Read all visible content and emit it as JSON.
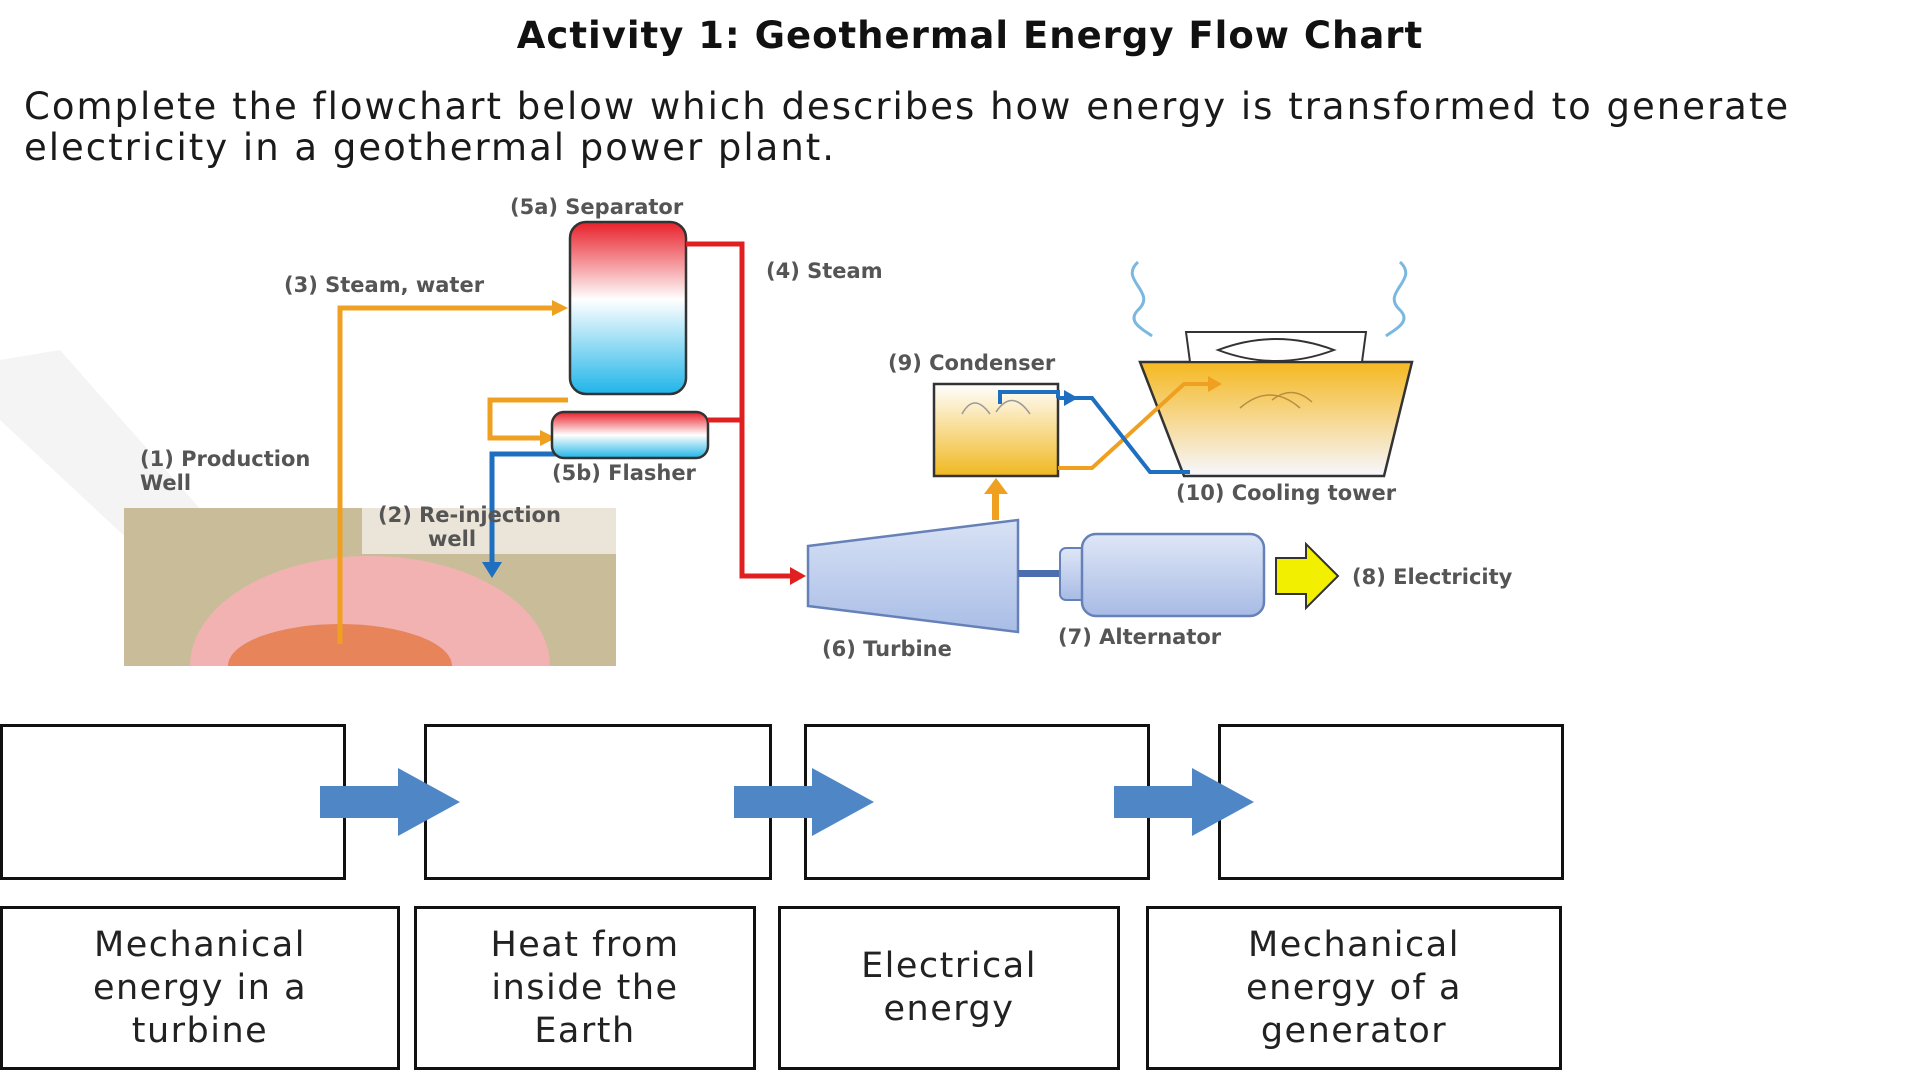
{
  "worksheet": {
    "title": "Activity 1: Geothermal Energy Flow Chart",
    "instructions": "Complete the flowchart below which describes how energy is transformed to generate electricity in a geothermal power plant."
  },
  "diagram": {
    "labels": {
      "separator": "(5a) Separator",
      "steam_water": "(3) Steam, water",
      "steam": "(4) Steam",
      "condenser": "(9) Condenser",
      "production_well_1": "(1) Production",
      "production_well_2": "Well",
      "flasher": "(5b) Flasher",
      "reinjection_1": "(2) Re-injection",
      "reinjection_2": "well",
      "cooling_tower": "(10) Cooling tower",
      "electricity": "(8) Electricity",
      "turbine": "(6) Turbine",
      "alternator": "(7) Alternator"
    }
  },
  "flowchart": {
    "answer_boxes": [
      "",
      "",
      "",
      ""
    ],
    "options": [
      {
        "line1": "Mechanical",
        "line2": "energy in a",
        "line3": "turbine"
      },
      {
        "line1": "Heat from",
        "line2": "inside the",
        "line3": "Earth"
      },
      {
        "line1": "Electrical",
        "line2": "energy",
        "line3": ""
      },
      {
        "line1": "Mechanical",
        "line2": "energy of a",
        "line3": "generator"
      }
    ]
  },
  "colors": {
    "arrow_blue": "#4f86c6",
    "steam_red": "#e02020",
    "water_orange": "#f0a020",
    "reinjection_blue": "#1f6fc0",
    "electricity_yellow": "#f2f000"
  }
}
